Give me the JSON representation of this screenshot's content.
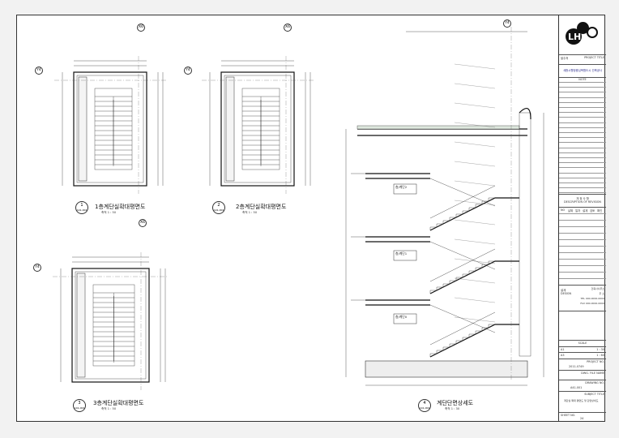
{
  "grid": {
    "x6": "X6",
    "y4": "Y4"
  },
  "drawings": [
    {
      "num": "1",
      "sheet": "A41-002",
      "title": "1층계단실확대평면도",
      "scale": "축척   1 : 50"
    },
    {
      "num": "2",
      "sheet": "A41-002",
      "title": "2층계단실확대평면도",
      "scale": "축척   1 : 50"
    },
    {
      "num": "3",
      "sheet": "A41-002",
      "title": "3층계단실확대평면도",
      "scale": "축척   1 : 50"
    },
    {
      "num": "4",
      "sheet": "A41-002",
      "title": "계단단면상세도",
      "scale": "축척   1 : 30"
    }
  ],
  "section_tags": [
    "층/계단2",
    "층/계단1",
    "층/계단0"
  ],
  "title_block": {
    "logo": "LH",
    "owner_label": "발주처",
    "project_title_label": "PROJECT TITLE",
    "project_title": "세종시행정중심복합도시 건축공사",
    "note_label": "NOTE",
    "revision_title": "개  정  사  항",
    "revision_en": "DESCRIPTION OF REVISION",
    "rev_cols": [
      "NO",
      "날짜",
      "일자",
      "설계",
      "검토",
      "확인"
    ],
    "design_label": "설계",
    "design_en": "DESIGN",
    "design_lines": [
      "건축사사무소",
      "주  소",
      "TEL 000-0000-0000",
      "FAX 000-0000-0000"
    ],
    "scale_label": "SCALE",
    "scale_rows": [
      {
        "size": "A1",
        "ratio": "1 : 30"
      },
      {
        "size": "A3",
        "ratio": "1 : 60"
      }
    ],
    "project_no_label": "PROJECT NO.",
    "project_no": "2011-0749",
    "dwg_file_label": "DWG. FILE NAME",
    "drawing_no_label": "DRAWING NO.",
    "drawing_no": "A41-001",
    "subject_label": "SUBJECT TITLE",
    "subject": "계단실 확대 평면도 및 단면상세도",
    "sheet_no_label": "SHEET NO.",
    "sheet_no": "24"
  }
}
